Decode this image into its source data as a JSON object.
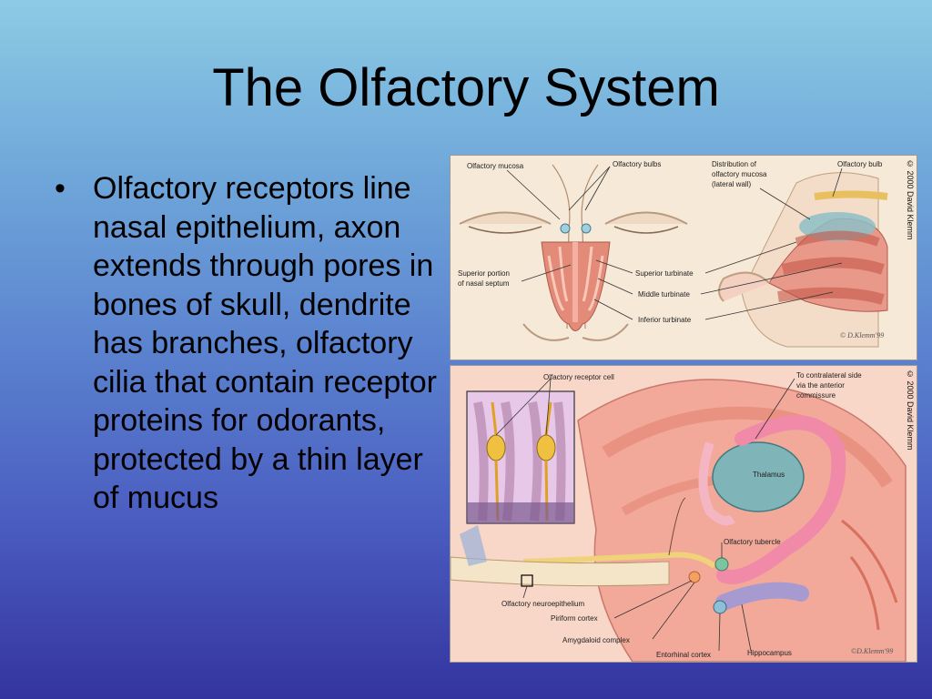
{
  "title": "The Olfactory System",
  "bullet": {
    "marker": "•",
    "text": "Olfactory receptors line nasal epithelium, axon extends through pores in bones of skull, dendrite has branches, olfactory cilia that contain receptor proteins for odorants, protected by a thin layer of mucus"
  },
  "figure_top": {
    "labels": {
      "olfactory_mucosa": "Olfactory mucosa",
      "olfactory_bulbs": "Olfactory bulbs",
      "distribution_1": "Distribution of",
      "distribution_2": "olfactory mucosa",
      "distribution_3": "(lateral wall)",
      "olfactory_bulb": "Olfactory bulb",
      "superior_portion_1": "Superior portion",
      "superior_portion_2": "of nasal septum",
      "superior_turbinate": "Superior turbinate",
      "middle_turbinate": "Middle turbinate",
      "inferior_turbinate": "Inferior turbinate"
    },
    "signature": "© D.Klemm'99",
    "copyright": "© 2000 David Klemm"
  },
  "figure_bottom": {
    "labels": {
      "olfactory_receptor_cell": "Olfactory receptor cell",
      "contralateral_1": "To contralateral side",
      "contralateral_2": "via the anterior",
      "contralateral_3": "commissure",
      "thalamus": "Thalamus",
      "olfactory_tubercle": "Olfactory tubercle",
      "olfactory_neuroepithelium": "Olfactory neuroepithelium",
      "piriform_cortex": "Piriform cortex",
      "amygdaloid_complex": "Amygdaloid complex",
      "entorhinal_cortex": "Entorhinal cortex",
      "hippocampus": "Hippocampus"
    },
    "signature": "©D.Klemm'99",
    "copyright": "© 2000 David Klemm"
  },
  "colors": {
    "background_top": "#8ccbe4",
    "background_bottom": "#34349f",
    "tissue_pink": "#f2a99a",
    "tissue_red": "#e0705e",
    "thalamus_teal": "#7fb4b8",
    "nerve_yellow": "#f0d27a",
    "tract_pink": "#f08aa8",
    "hippocampus_purple": "#a79ad0"
  }
}
